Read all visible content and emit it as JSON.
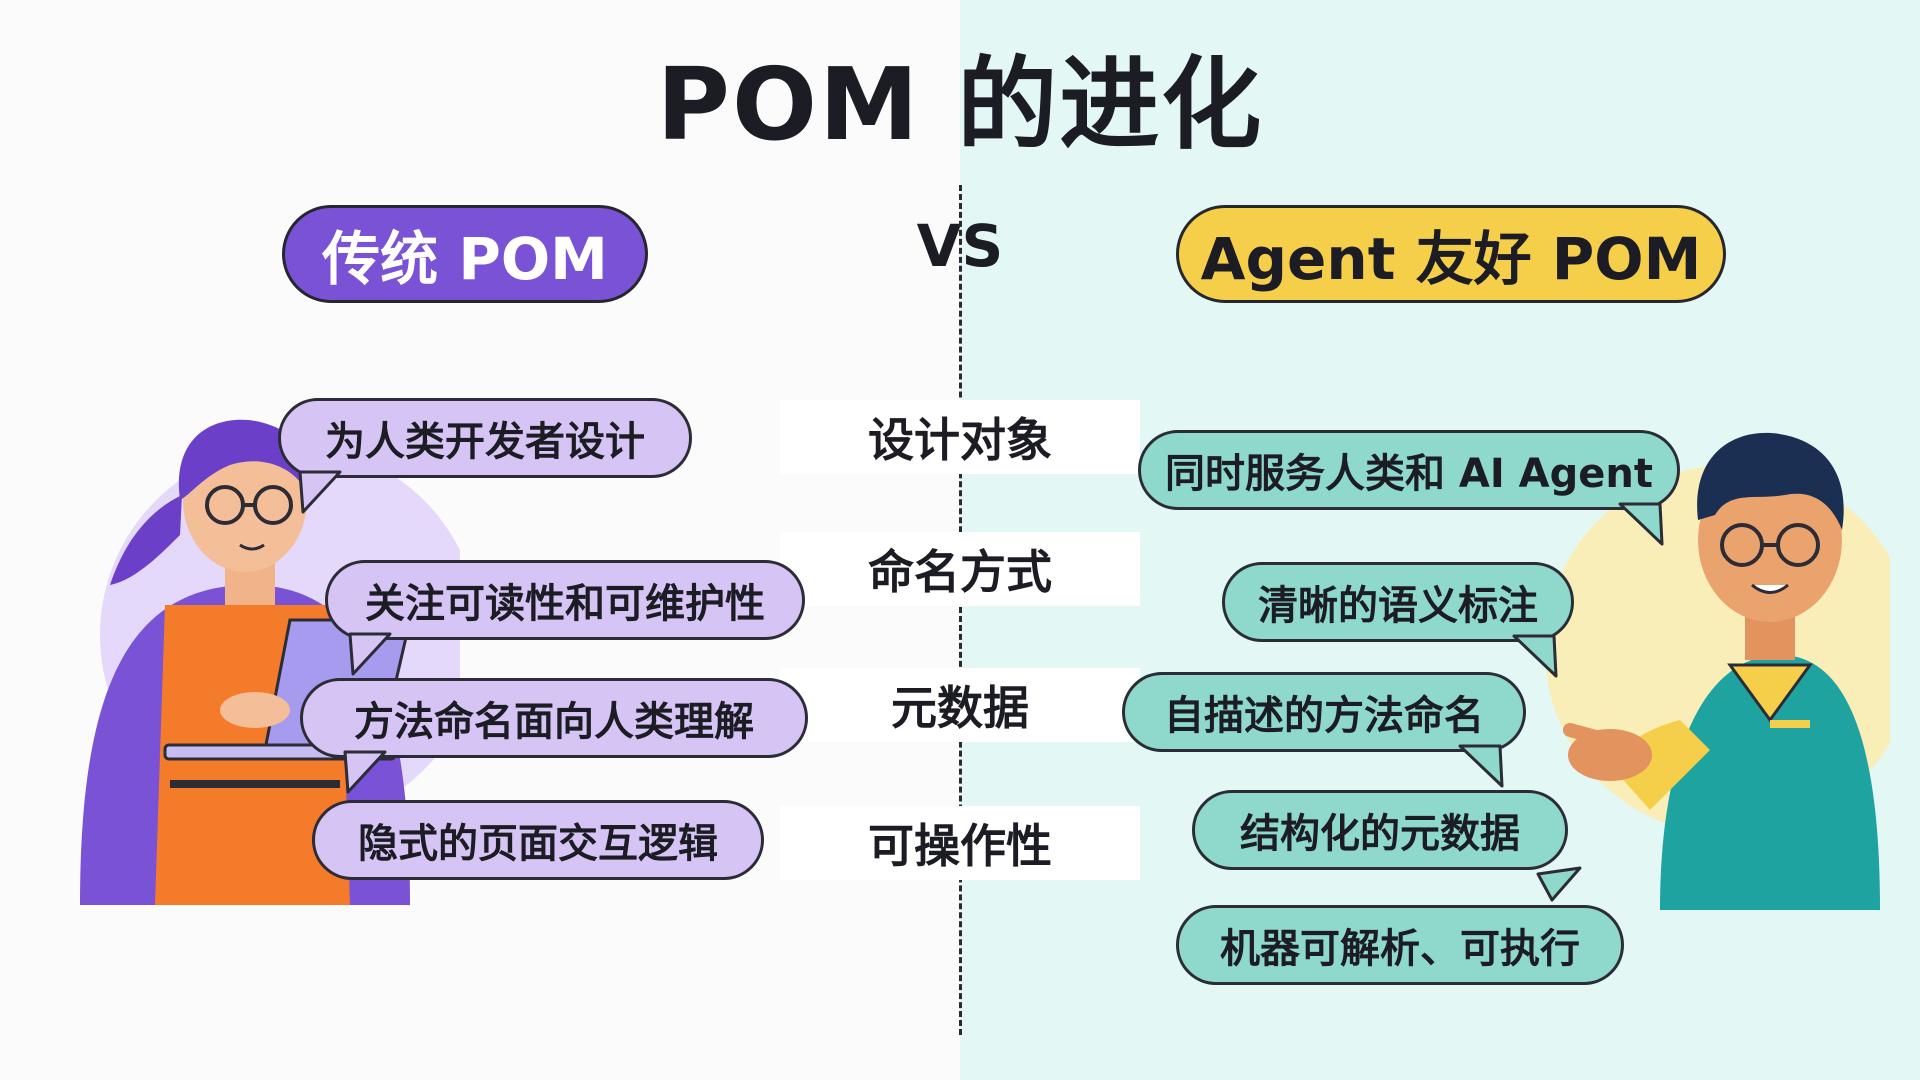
{
  "title": "POM 的进化",
  "left": {
    "label": "传统 POM",
    "color": "#7a52d6",
    "points": [
      "为人类开发者设计",
      "关注可读性和可维护性",
      "方法命名面向人类理解",
      "隐式的页面交互逻辑"
    ]
  },
  "vs": "VS",
  "right": {
    "label": "Agent 友好 POM",
    "color": "#f6cf4a",
    "points": [
      "同时服务人类和 AI Agent",
      "清晰的语义标注",
      "自描述的方法命名",
      "结构化的元数据",
      "机器可解析、可执行"
    ]
  },
  "criteria": [
    "设计对象",
    "命名方式",
    "元数据",
    "可操作性"
  ],
  "colors": {
    "left_bubble": "#d6c5f4",
    "right_bubble": "#8fd8cc",
    "right_background": "#e3f7f4"
  },
  "illustrations": [
    "woman-developer-with-laptop",
    "man-presenter-with-glasses"
  ]
}
